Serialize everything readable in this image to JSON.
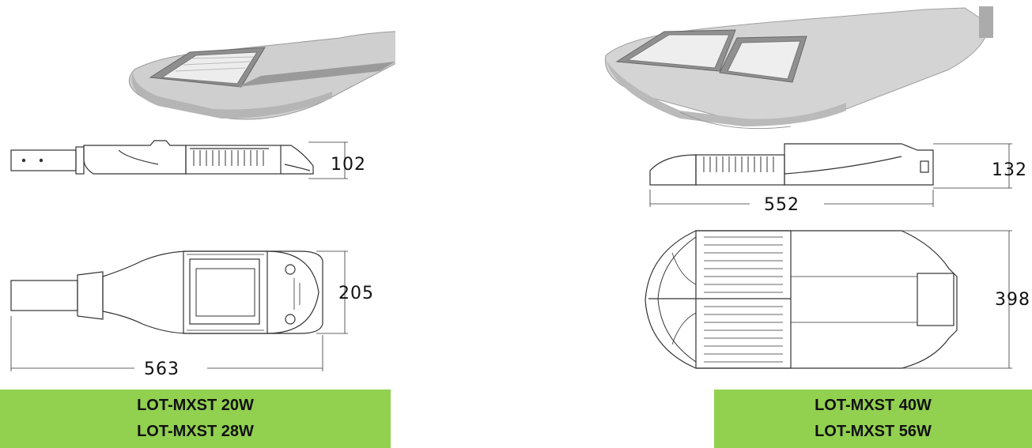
{
  "colors": {
    "label_bar": "#92d050",
    "line": "#333333",
    "housing": "#c9c9c9",
    "panel": "#e4e4e4"
  },
  "left": {
    "dimensions": {
      "side_height": "102",
      "top_width": "205",
      "top_length": "563"
    },
    "labels": [
      "LOT-MXST 20W",
      "LOT-MXST 28W"
    ]
  },
  "right": {
    "dimensions": {
      "side_height": "132",
      "side_length": "552",
      "top_width": "398"
    },
    "labels": [
      "LOT-MXST 40W",
      "LOT-MXST 56W"
    ]
  }
}
